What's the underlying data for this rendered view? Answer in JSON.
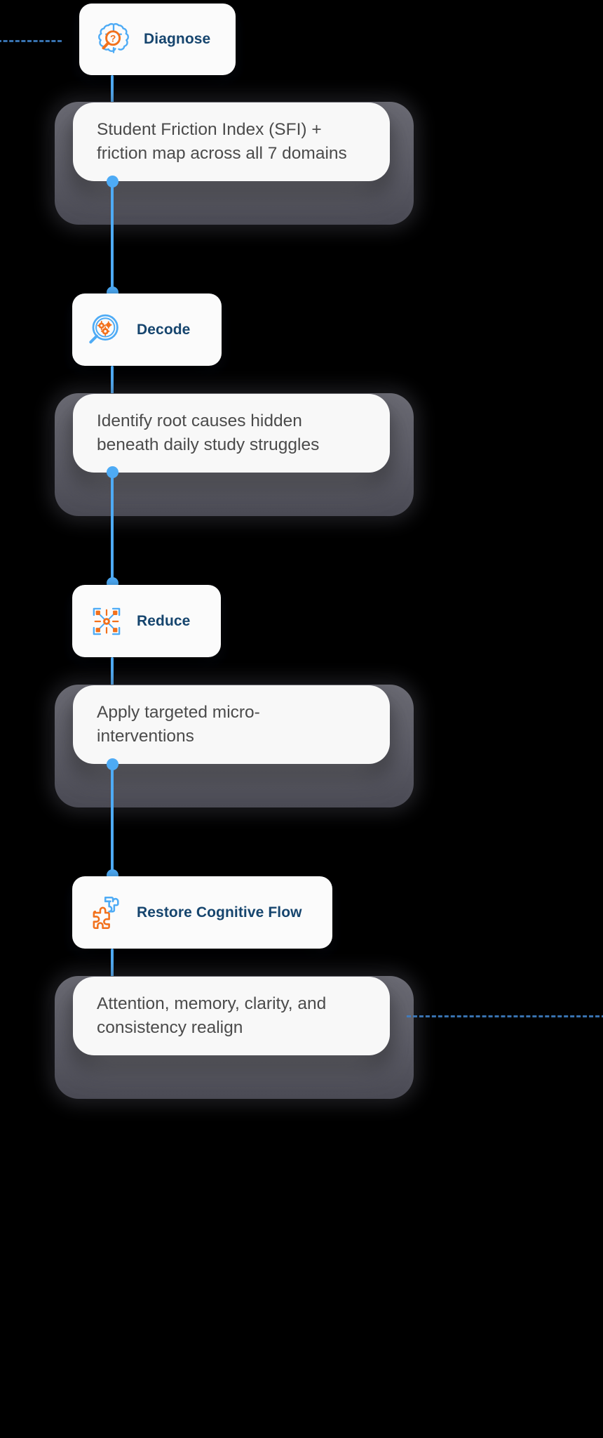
{
  "diagram": {
    "title": "Diagnose Decode Reduce Restore Cognitive Flow",
    "background_color": "#000000",
    "accent_color": "#4eabf5",
    "node_label_color": "#16456e",
    "desc_text_color": "#4b4b4b",
    "card_color": "#f8f8f8",
    "icon_blue": "#4eabf5",
    "icon_orange": "#f2711c",
    "steps": [
      {
        "id": "diagnose",
        "label": "Diagnose",
        "icon": "brain-magnifier-question-icon",
        "description": "Student Friction Index (SFI) +\nfriction map across all 7 domains"
      },
      {
        "id": "decode",
        "label": "Decode",
        "icon": "magnifier-gears-icon",
        "description": "Identify root causes hidden\nbeneath daily study struggles"
      },
      {
        "id": "reduce",
        "label": "Reduce",
        "icon": "network-nodes-reduce-icon",
        "description": "Apply targeted micro-\ninterventions"
      },
      {
        "id": "restore",
        "label": "Restore Cognitive Flow",
        "icon": "puzzle-pieces-icon",
        "description": "Attention, memory, clarity, and\nconsistency realign"
      }
    ]
  }
}
